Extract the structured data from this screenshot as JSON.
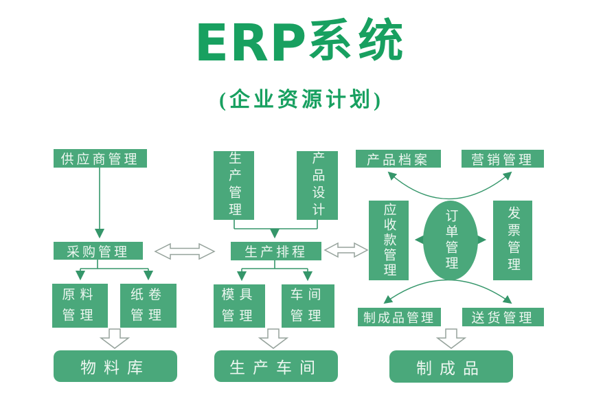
{
  "title": {
    "latin": "ERP",
    "cjk": "系统"
  },
  "subtitle": "(企业资源计划)",
  "colors": {
    "node_fill": "#4aa87b",
    "title_green": "#18a060",
    "line_green": "#35966a",
    "hollow_stroke": "#95a29b"
  },
  "nodes": {
    "supplier": "供应商管理",
    "purchasing": "采购管理",
    "raw_material": "原料\n管理",
    "paper_roll": "纸卷\n管理",
    "material_warehouse": "物料库",
    "production_mgmt": "生产管理",
    "product_design": "产品设计",
    "production_scheduling": "生产排程",
    "mold_mgmt": "模具\n管理",
    "workshop_mgmt": "车间\n管理",
    "production_workshop": "生产车间",
    "product_archive": "产品档案",
    "marketing_mgmt": "营销管理",
    "receivables_mgmt": "应收款管理",
    "order_mgmt": "订单管理",
    "invoice_mgmt": "发票管理",
    "finished_product_mgmt": "制成品管理",
    "delivery_mgmt": "送货管理",
    "finished_product": "制成品"
  }
}
